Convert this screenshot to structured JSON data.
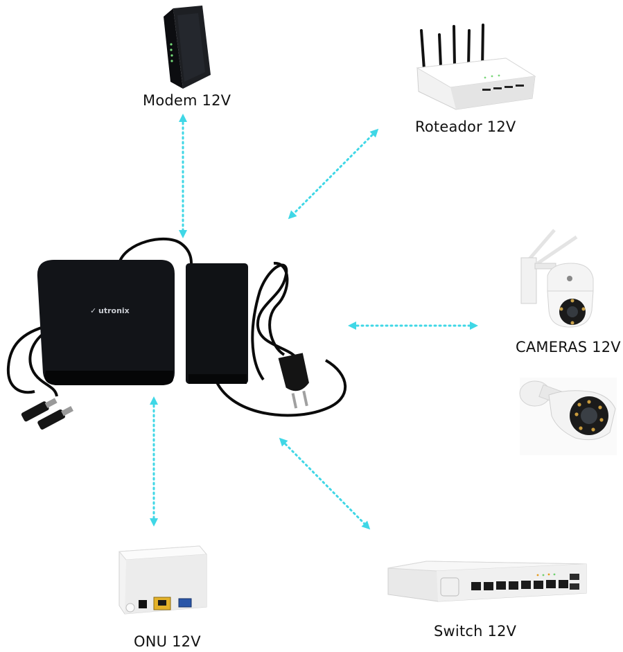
{
  "brand": "utronix",
  "devices": {
    "modem": "Modem 12V",
    "router": "Roteador 12V",
    "cameras": "CAMERAS 12V",
    "onu": "ONU 12V",
    "switch": "Switch 12V"
  },
  "colors": {
    "connector": "#3fd7e6",
    "ups_body": "#121418",
    "device_white": "#eeeeee",
    "cable": "#0b0b0b"
  }
}
